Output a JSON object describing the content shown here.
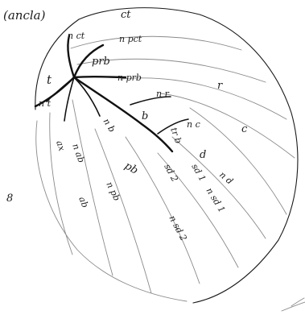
{
  "title": "(ancla)",
  "stray_mark": "8",
  "labels": {
    "ct": "ct",
    "n_ct": "n ct",
    "n_pct": "n pct",
    "prb": "prb",
    "n_prb": "n prb",
    "t": "t",
    "n_t": "n t",
    "r": "r",
    "n_r": "n r",
    "c": "c",
    "n_c": "n c",
    "b": "b",
    "n_b": "n b",
    "tr_b": "tr b",
    "d": "d",
    "n_d": "n d",
    "pb": "pb",
    "sd_2": "sd 2",
    "sd_1": "sd 1",
    "n_sd_1": "n sd 1",
    "ax": "ax",
    "n_ab": "n ab",
    "ab": "ab",
    "n_pb": "n pb",
    "n_sd_2": "n sd 2"
  }
}
